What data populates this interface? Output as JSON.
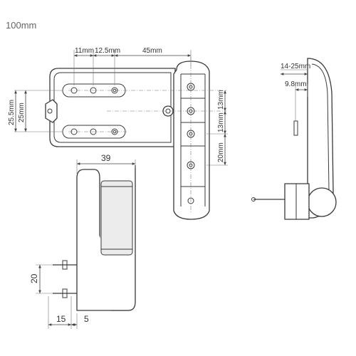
{
  "title": "100mm",
  "front_view": {
    "dims": {
      "hole_pitch_1": "11mm",
      "hole_pitch_2": "12.5mm",
      "frame_offset": "45mm",
      "height_outer": "25.5mm",
      "height_inner": "25mm",
      "sash_pitch_1": "13mm",
      "sash_pitch_2": "13mm",
      "sash_pitch_3": "20mm"
    }
  },
  "side_view": {
    "dims": {
      "adjust_range": "14-25mm",
      "pin_offset": "9.8mm"
    }
  },
  "bottom_view": {
    "dims": {
      "width": "39",
      "pin_spacing": "20",
      "pin_base": "15",
      "pin_offset": "5"
    }
  }
}
